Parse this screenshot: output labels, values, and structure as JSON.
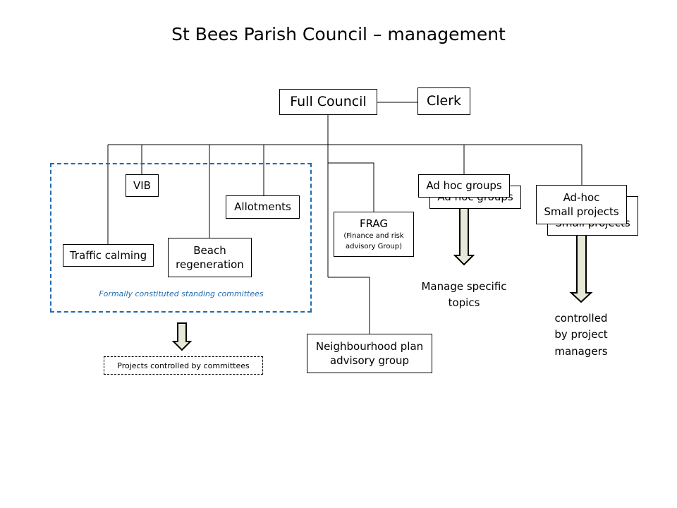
{
  "title": "St Bees Parish Council – management",
  "nodes": {
    "full_council": "Full Council",
    "clerk": "Clerk",
    "vib": "VIB",
    "allotments": "Allotments",
    "traffic_calming": "Traffic calming",
    "beach_regeneration": [
      "Beach",
      "regeneration"
    ],
    "frag": "FRAG",
    "frag_subtitle": [
      "(Finance and risk",
      "advisory Group)"
    ],
    "ad_hoc_groups": "Ad hoc groups",
    "ad_hoc_small_projects": [
      "Ad-hoc",
      "Small projects"
    ],
    "neighbourhood_plan": [
      "Neighbourhood plan",
      "advisory group"
    ]
  },
  "annotations": {
    "standing_committees": "Formally constituted standing committees",
    "projects_by_committees": "Projects controlled by committees",
    "manage_topics": [
      "Manage specific",
      "topics"
    ],
    "controlled_by_managers": [
      "controlled",
      "by project",
      "managers"
    ]
  },
  "colors": {
    "accent": "#1f6bb0",
    "arrow_fill": "#e8e8d8"
  }
}
